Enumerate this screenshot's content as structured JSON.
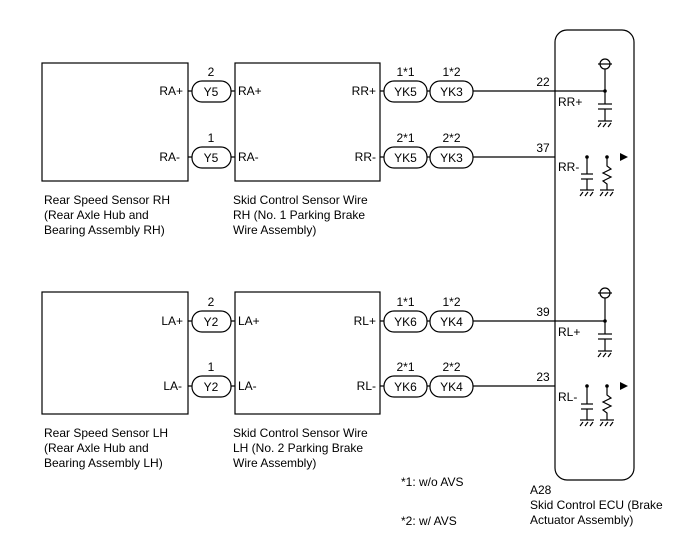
{
  "components": {
    "sensor_rh": {
      "lines": [
        "Rear Speed Sensor RH",
        "(Rear Axle Hub and",
        "Bearing Assembly RH)"
      ],
      "pins": [
        "RA+",
        "RA-"
      ]
    },
    "wire_rh": {
      "lines": [
        "Skid Control Sensor Wire",
        "RH (No. 1 Parking Brake",
        "Wire Assembly)"
      ],
      "pins_left": [
        "RA+",
        "RA-"
      ],
      "pins_right": [
        "RR+",
        "RR-"
      ]
    },
    "sensor_lh": {
      "lines": [
        "Rear Speed Sensor LH",
        "(Rear Axle Hub and",
        "Bearing Assembly LH)"
      ],
      "pins": [
        "LA+",
        "LA-"
      ]
    },
    "wire_lh": {
      "lines": [
        "Skid Control Sensor Wire",
        "LH (No. 2 Parking Brake",
        "Wire Assembly)"
      ],
      "pins_left": [
        "LA+",
        "LA-"
      ],
      "pins_right": [
        "RL+",
        "RL-"
      ]
    },
    "ecu": {
      "code": "A28",
      "lines": [
        "Skid Control ECU (Brake",
        "Actuator Assembly)"
      ],
      "pins": [
        "RR+",
        "RR-",
        "RL+",
        "RL-"
      ],
      "pin_numbers": [
        "22",
        "37",
        "39",
        "23"
      ]
    }
  },
  "connectors": {
    "y5_top": {
      "label": "Y5",
      "pin": "2"
    },
    "y5_bottom": {
      "label": "Y5",
      "pin": "1"
    },
    "y2_top": {
      "label": "Y2",
      "pin": "2"
    },
    "y2_bottom": {
      "label": "Y2",
      "pin": "1"
    },
    "yk5_top": {
      "label": "YK5",
      "pin": "1*1"
    },
    "yk3_top": {
      "label": "YK3",
      "pin": "1*2"
    },
    "yk5_bottom": {
      "label": "YK5",
      "pin": "2*1"
    },
    "yk3_bottom": {
      "label": "YK3",
      "pin": "2*2"
    },
    "yk6_top": {
      "label": "YK6",
      "pin": "1*1"
    },
    "yk4_top": {
      "label": "YK4",
      "pin": "1*2"
    },
    "yk6_bottom": {
      "label": "YK6",
      "pin": "2*1"
    },
    "yk4_bottom": {
      "label": "YK4",
      "pin": "2*2"
    }
  },
  "notes": [
    "*1: w/o AVS",
    "*2: w/ AVS"
  ]
}
